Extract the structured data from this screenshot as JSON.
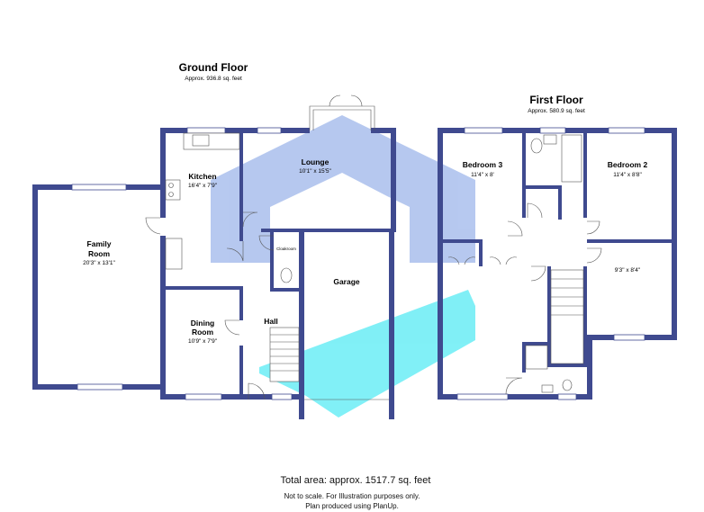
{
  "ground_floor": {
    "title": "Ground Floor",
    "area": "Approx. 936.8 sq. feet",
    "rooms": {
      "family_room": {
        "name_line1": "Family",
        "name_line2": "Room",
        "dims": "20'3\" x 13'1\""
      },
      "kitchen": {
        "name": "Kitchen",
        "dims": "16'4\" x 7'9\""
      },
      "lounge": {
        "name": "Lounge",
        "dims": "10'1\" x 15'5\""
      },
      "cloakroom": {
        "name": "Cloakroom"
      },
      "garage": {
        "name": "Garage"
      },
      "dining_room": {
        "name_line1": "Dining",
        "name_line2": "Room",
        "dims": "10'9\" x 7'9\""
      },
      "hall": {
        "name": "Hall"
      }
    }
  },
  "first_floor": {
    "title": "First Floor",
    "area": "Approx. 580.9 sq. feet",
    "rooms": {
      "bedroom3": {
        "name": "Bedroom 3",
        "dims": "11'4\" x 8'"
      },
      "bedroom2": {
        "name": "Bedroom 2",
        "dims": "11'4\" x 8'8\""
      },
      "bedroom4": {
        "dims": "9'3\" x 8'4\""
      }
    }
  },
  "footer": {
    "total_area": "Total area: approx. 1517.7 sq. feet",
    "note_line1": "Not to scale. For Illustration purposes only.",
    "note_line2": "Plan produced using PlanUp."
  },
  "colors": {
    "wall": "#3f4a8f",
    "watermark_blue": "#8aa8e6",
    "watermark_cyan": "#33e6f2"
  }
}
